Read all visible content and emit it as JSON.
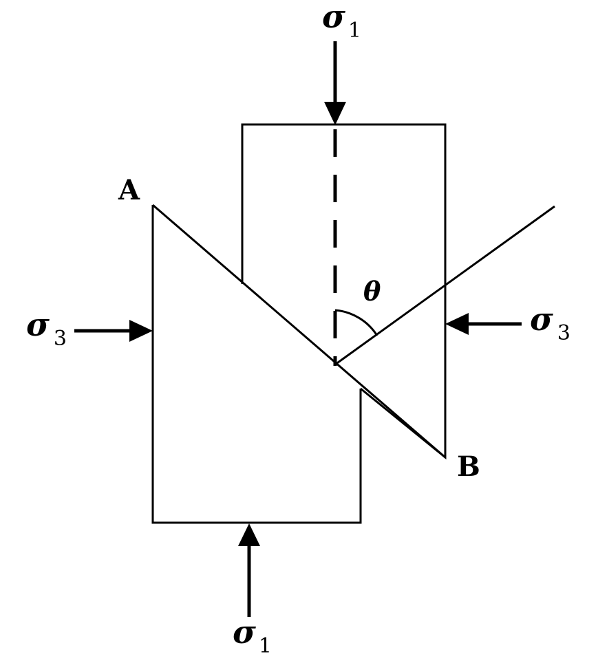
{
  "labels": {
    "point_a": "A",
    "point_b": "B",
    "angle": "θ"
  },
  "stresses": {
    "top": {
      "symbol": "σ",
      "subscript": "1"
    },
    "bottom": {
      "symbol": "σ",
      "subscript": "1"
    },
    "left": {
      "symbol": "σ",
      "subscript": "3"
    },
    "right": {
      "symbol": "σ",
      "subscript": "3"
    }
  }
}
